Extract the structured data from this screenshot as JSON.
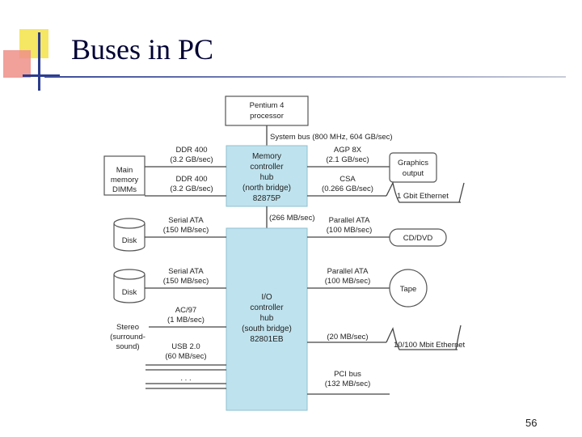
{
  "slide": {
    "title": "Buses in PC",
    "page_number": "56"
  },
  "colors": {
    "hub_fill": "#bfe3ee",
    "title_text": "#000033",
    "accent_yellow": "#f5e663",
    "accent_red": "#e83a30",
    "accent_blue": "#2b3c8f"
  },
  "diagram": {
    "processor": {
      "line1": "Pentium 4",
      "line2": "processor"
    },
    "system_bus": "System bus (800 MHz, 604 GB/sec)",
    "north_bridge": {
      "lines": [
        "Memory",
        "controller",
        "hub",
        "(north bridge)",
        "82875P"
      ]
    },
    "south_bridge": {
      "lines": [
        "I/O",
        "controller",
        "hub",
        "(south bridge)",
        "82801EB"
      ]
    },
    "hub_link": "(266 MB/sec)",
    "main_memory": {
      "lines": [
        "Main",
        "memory",
        "DIMMs"
      ]
    },
    "ddr1": {
      "name": "DDR 400",
      "speed": "(3.2 GB/sec)"
    },
    "ddr2": {
      "name": "DDR 400",
      "speed": "(3.2 GB/sec)"
    },
    "agp": {
      "name": "AGP 8X",
      "speed": "(2.1 GB/sec)"
    },
    "graphics": {
      "line1": "Graphics",
      "line2": "output"
    },
    "csa": {
      "name": "CSA",
      "speed": "(0.266 GB/sec)"
    },
    "gbit_ethernet": "1 Gbit Ethernet",
    "sata1": {
      "name": "Serial ATA",
      "speed": "(150 MB/sec)"
    },
    "sata2": {
      "name": "Serial ATA",
      "speed": "(150 MB/sec)"
    },
    "disk1": "Disk",
    "disk2": "Disk",
    "pata1": {
      "name": "Parallel ATA",
      "speed": "(100 MB/sec)"
    },
    "pata2": {
      "name": "Parallel ATA",
      "speed": "(100 MB/sec)"
    },
    "cddvd": "CD/DVD",
    "tape": "Tape",
    "ac97": {
      "name": "AC/97",
      "speed": "(1 MB/sec)"
    },
    "stereo": {
      "lines": [
        "Stereo",
        "(surround-",
        "sound)"
      ]
    },
    "usb": {
      "name": "USB 2.0",
      "speed": "(60 MB/sec)"
    },
    "usb_ellipsis": ". . .",
    "ethernet_speed": "(20 MB/sec)",
    "mbit_ethernet": "10/100 Mbit Ethernet",
    "pci": {
      "name": "PCI bus",
      "speed": "(132 MB/sec)"
    }
  }
}
